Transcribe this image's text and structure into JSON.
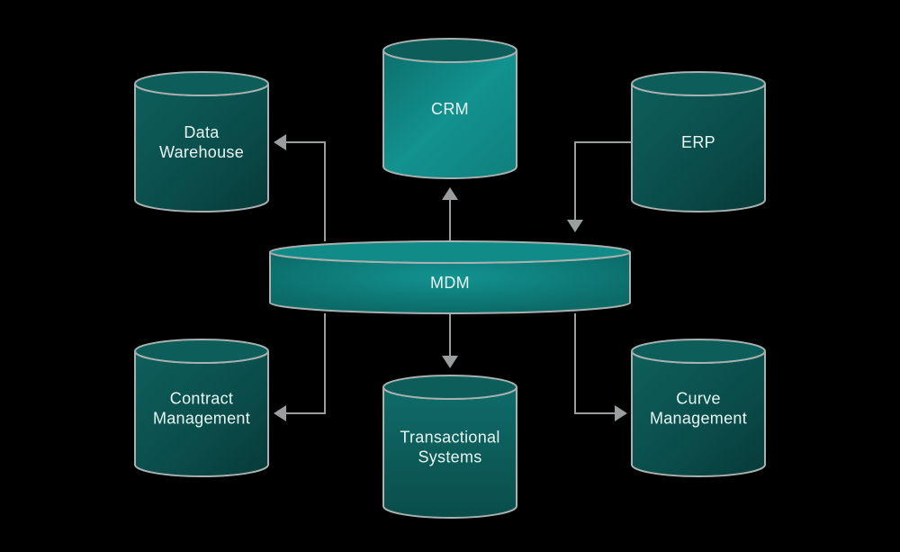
{
  "diagram": {
    "background": "#000000",
    "colors": {
      "dark_teal": "#0b4f4c",
      "mid_teal": "#0f6e6b",
      "bright_teal": "#139391",
      "outline": "#a8b0b0",
      "connector": "#9a9e9e",
      "text": "#e8f4f2"
    },
    "hub": {
      "id": "mdm",
      "label_lines": [
        "MDM"
      ]
    },
    "nodes": [
      {
        "id": "data-warehouse",
        "label_lines": [
          "Data",
          "Warehouse"
        ],
        "tone": "dark"
      },
      {
        "id": "crm",
        "label_lines": [
          "CRM"
        ],
        "tone": "bright"
      },
      {
        "id": "erp",
        "label_lines": [
          "ERP"
        ],
        "tone": "dark"
      },
      {
        "id": "contract-management",
        "label_lines": [
          "Contract",
          "Management"
        ],
        "tone": "dark"
      },
      {
        "id": "transactional-systems",
        "label_lines": [
          "Transactional",
          "Systems"
        ],
        "tone": "mid"
      },
      {
        "id": "curve-management",
        "label_lines": [
          "Curve",
          "Management"
        ],
        "tone": "dark"
      }
    ],
    "edges": [
      {
        "from": "mdm",
        "to": "data-warehouse"
      },
      {
        "from": "mdm",
        "to": "crm"
      },
      {
        "from": "erp",
        "to": "mdm"
      },
      {
        "from": "mdm",
        "to": "contract-management"
      },
      {
        "from": "mdm",
        "to": "transactional-systems"
      },
      {
        "from": "mdm",
        "to": "curve-management"
      }
    ]
  }
}
